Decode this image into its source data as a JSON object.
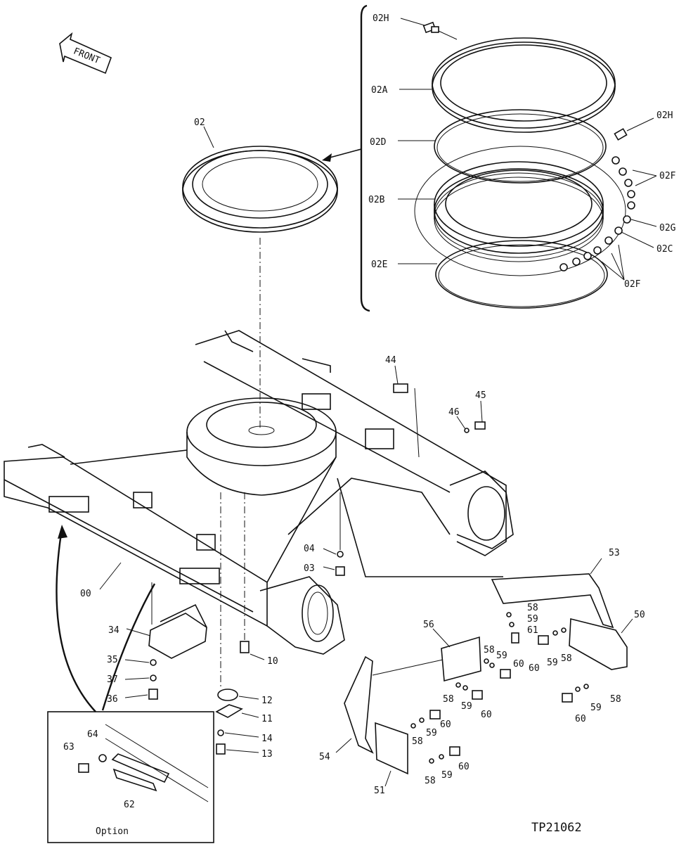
{
  "figure": {
    "drawing_number": "TP21062",
    "front_arrow_label": "FRONT",
    "option_label": "Option"
  },
  "callouts": {
    "c02H_top": "02H",
    "c02A": "02A",
    "c02D": "02D",
    "c02B": "02B",
    "c02E": "02E",
    "c02H_right": "02H",
    "c02F_top": "02F",
    "c02G": "02G",
    "c02C": "02C",
    "c02F_bottom": "02F",
    "c02": "02",
    "c44": "44",
    "c45": "45",
    "c46": "46",
    "c04": "04",
    "c03": "03",
    "c00": "00",
    "c34": "34",
    "c35": "35",
    "c37": "37",
    "c36": "36",
    "c10": "10",
    "c12": "12",
    "c11": "11",
    "c14": "14",
    "c13": "13",
    "c53": "53",
    "c50": "50",
    "c56": "56",
    "c58a": "58",
    "c59a": "59",
    "c61": "61",
    "c60a": "60",
    "c59b": "59",
    "c58b": "58",
    "c58c": "58",
    "c59c": "59",
    "c60b": "60",
    "c58d": "58",
    "c59d": "59",
    "c60c": "60",
    "c58e": "58",
    "c59e": "59",
    "c60d": "60",
    "c58f": "58",
    "c59f": "59",
    "c60e": "60",
    "c58g": "58",
    "c59g": "59",
    "c60f": "60",
    "c54": "54",
    "c51": "51",
    "c63": "63",
    "c64": "64",
    "c62": "62"
  }
}
